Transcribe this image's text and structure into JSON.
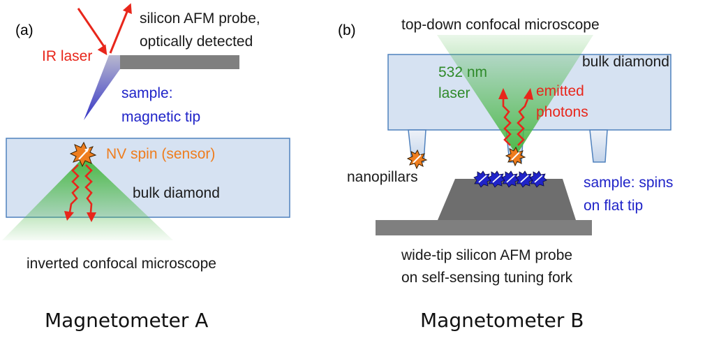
{
  "colors": {
    "diamond_fill": "#d6e2f2",
    "diamond_stroke": "#4f81bd",
    "laser_green": "#4cb848",
    "red": "#e8261b",
    "blue": "#1f23c8",
    "orange": "#ee7d1e",
    "gray": "#7f7f7f",
    "dark_gray": "#6e6e6e"
  },
  "icons": [
    "nv-spin-icon",
    "sample-spin-icon",
    "arrow-icon"
  ],
  "panel_a": {
    "tag": "(a)",
    "probe_label_1": "silicon AFM probe,",
    "probe_label_2": "optically detected",
    "laser_label": "IR laser",
    "sample_label_1": "sample:",
    "sample_label_2": "magnetic tip",
    "nv_label": "NV spin (sensor)",
    "diamond_label": "bulk diamond",
    "microscope_label": "inverted confocal microscope",
    "caption": "Magnetometer A"
  },
  "panel_b": {
    "tag": "(b)",
    "microscope_label": "top-down confocal microscope",
    "diamond_label": "bulk diamond",
    "laser_label_1": "532 nm",
    "laser_label_2": "laser",
    "emitted_label_1": "emitted",
    "emitted_label_2": "photons",
    "pillars_label": "nanopillars",
    "sample_label_1": "sample: spins",
    "sample_label_2": "on flat tip",
    "probe_label_1": "wide-tip silicon AFM probe",
    "probe_label_2": "on self-sensing tuning fork",
    "caption": "Magnetometer B"
  }
}
